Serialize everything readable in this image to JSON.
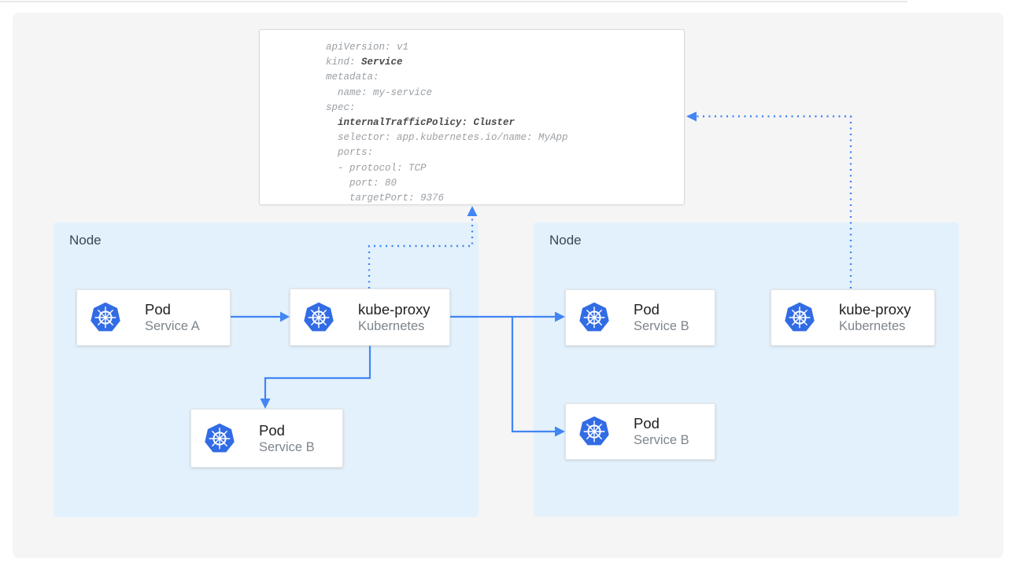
{
  "yaml": {
    "l1": "apiVersion: v1",
    "l2_pre": "kind: ",
    "l2_bold": "Service",
    "l3": "metadata:",
    "l4": "  name: my-service",
    "l5": "spec:",
    "l6_pre": "  ",
    "l6_bold": "internalTrafficPolicy: Cluster",
    "l7": "  selector: app.kubernetes.io/name: MyApp",
    "l8": "  ports:",
    "l9": "  - protocol: TCP",
    "l10": "    port: 80",
    "l11": "    targetPort: 9376"
  },
  "nodes": [
    {
      "label": "Node",
      "cards": [
        {
          "icon": "kubernetes-icon",
          "title": "Pod",
          "subtitle": "Service A"
        },
        {
          "icon": "kubernetes-icon",
          "title": "kube-proxy",
          "subtitle": "Kubernetes"
        },
        {
          "icon": "kubernetes-icon",
          "title": "Pod",
          "subtitle": "Service B"
        }
      ]
    },
    {
      "label": "Node",
      "cards": [
        {
          "icon": "kubernetes-icon",
          "title": "Pod",
          "subtitle": "Service B"
        },
        {
          "icon": "kubernetes-icon",
          "title": "kube-proxy",
          "subtitle": "Kubernetes"
        },
        {
          "icon": "kubernetes-icon",
          "title": "Pod",
          "subtitle": "Service B"
        }
      ]
    }
  ],
  "connections": [
    {
      "from": "pod-service-a",
      "to": "kube-proxy-left",
      "style": "solid-arrow"
    },
    {
      "from": "kube-proxy-left",
      "to": "pod-service-b-right-top",
      "style": "solid-arrow"
    },
    {
      "from": "kube-proxy-left",
      "to": "pod-service-b-right-bottom",
      "style": "solid-arrow"
    },
    {
      "from": "kube-proxy-left",
      "to": "pod-service-b-left",
      "style": "solid-arrow"
    },
    {
      "from": "kube-proxy-left",
      "to": "service-yaml-bottom",
      "style": "dotted-arrow"
    },
    {
      "from": "kube-proxy-right",
      "to": "service-yaml-right",
      "style": "dotted-arrow"
    }
  ],
  "colors": {
    "arrow_blue": "#4285f4",
    "kubernetes_blue": "#326ce5",
    "node_background": "#e3f1fc",
    "panel_background": "#f5f5f6",
    "yaml_text": "#9a9fa4",
    "yaml_bold_text": "#4a4a4a"
  }
}
